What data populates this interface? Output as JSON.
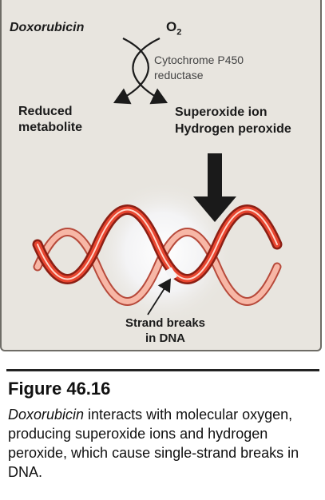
{
  "diagram": {
    "drug_label": "Doxorubicin",
    "oxygen_label": "O",
    "oxygen_subscript": "2",
    "enzyme_label": "Cytochrome P450\nreductase",
    "left_product_label": "Reduced\nmetabolite",
    "right_products_label": "Superoxide ion\nHydrogen peroxide",
    "dna_damage_label": "Strand breaks\nin DNA",
    "colors": {
      "panel_background": "#e8e5df",
      "dna_strand_front": "#e8452f",
      "dna_strand_back": "#f7b7a6",
      "glow": "#ffffff"
    }
  },
  "figure": {
    "number_label": "Figure 46.16",
    "caption_italic": "Doxorubicin",
    "caption_rest": " interacts with molecular oxygen, producing superoxide ions and hydrogen peroxide, which cause single-strand breaks in DNA."
  }
}
